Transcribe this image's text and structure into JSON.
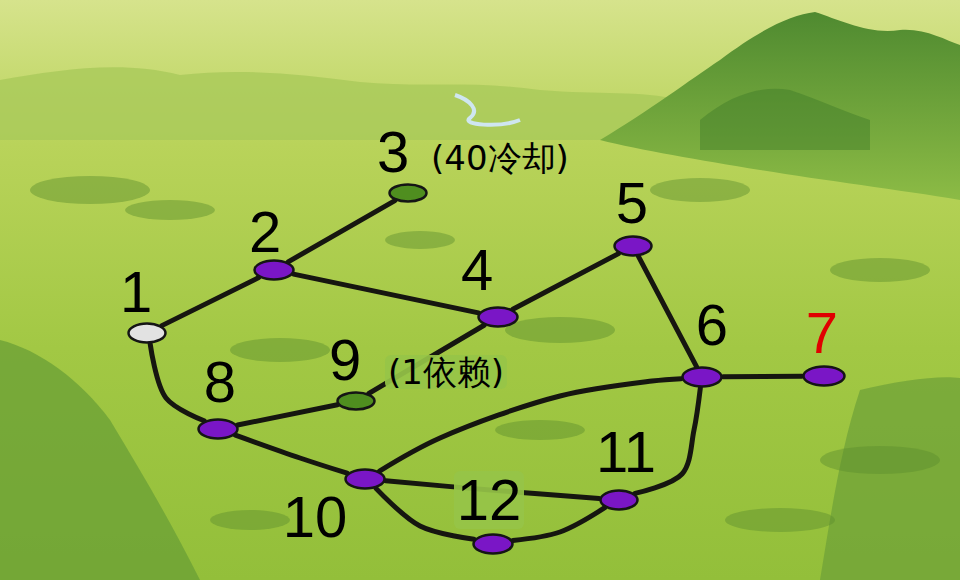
{
  "diagram": {
    "nodes": [
      {
        "text": [
          "1"
        ]
      },
      {
        "text": [
          "2"
        ]
      },
      {
        "text": [
          "3",
          "(40冷却)"
        ]
      },
      {
        "text": [
          "4"
        ]
      },
      {
        "text": [
          "5"
        ]
      },
      {
        "text": [
          "6"
        ]
      },
      {
        "text": [
          "7"
        ]
      },
      {
        "text": [
          "8"
        ]
      },
      {
        "text": [
          "9",
          "(1依赖)"
        ]
      },
      {
        "text": [
          "10"
        ]
      },
      {
        "text": [
          "11"
        ]
      },
      {
        "text": [
          "12"
        ]
      }
    ],
    "edges": [
      {
        "from": 0,
        "to": 1,
        "arrow": "none"
      },
      {
        "from": 1,
        "to": 2,
        "arrow": "none"
      },
      {
        "from": 1,
        "to": 3,
        "arrow": "none"
      },
      {
        "from": 0,
        "to": 7,
        "arrow": "none"
      },
      {
        "from": 7,
        "to": 8,
        "arrow": "none"
      },
      {
        "from": 8,
        "to": 3,
        "arrow": "none"
      },
      {
        "from": 3,
        "to": 4,
        "arrow": "none"
      },
      {
        "from": 4,
        "to": 5,
        "arrow": "none"
      },
      {
        "from": 5,
        "to": 6,
        "arrow": "none"
      },
      {
        "from": 7,
        "to": 9,
        "arrow": "none"
      },
      {
        "from": 9,
        "to": 5,
        "arrow": "none"
      },
      {
        "from": 9,
        "to": 10,
        "arrow": "none"
      },
      {
        "from": 9,
        "to": 11,
        "arrow": "none"
      },
      {
        "from": 11,
        "to": 10,
        "arrow": "none"
      },
      {
        "from": 10,
        "to": 5,
        "arrow": "none"
      }
    ]
  }
}
